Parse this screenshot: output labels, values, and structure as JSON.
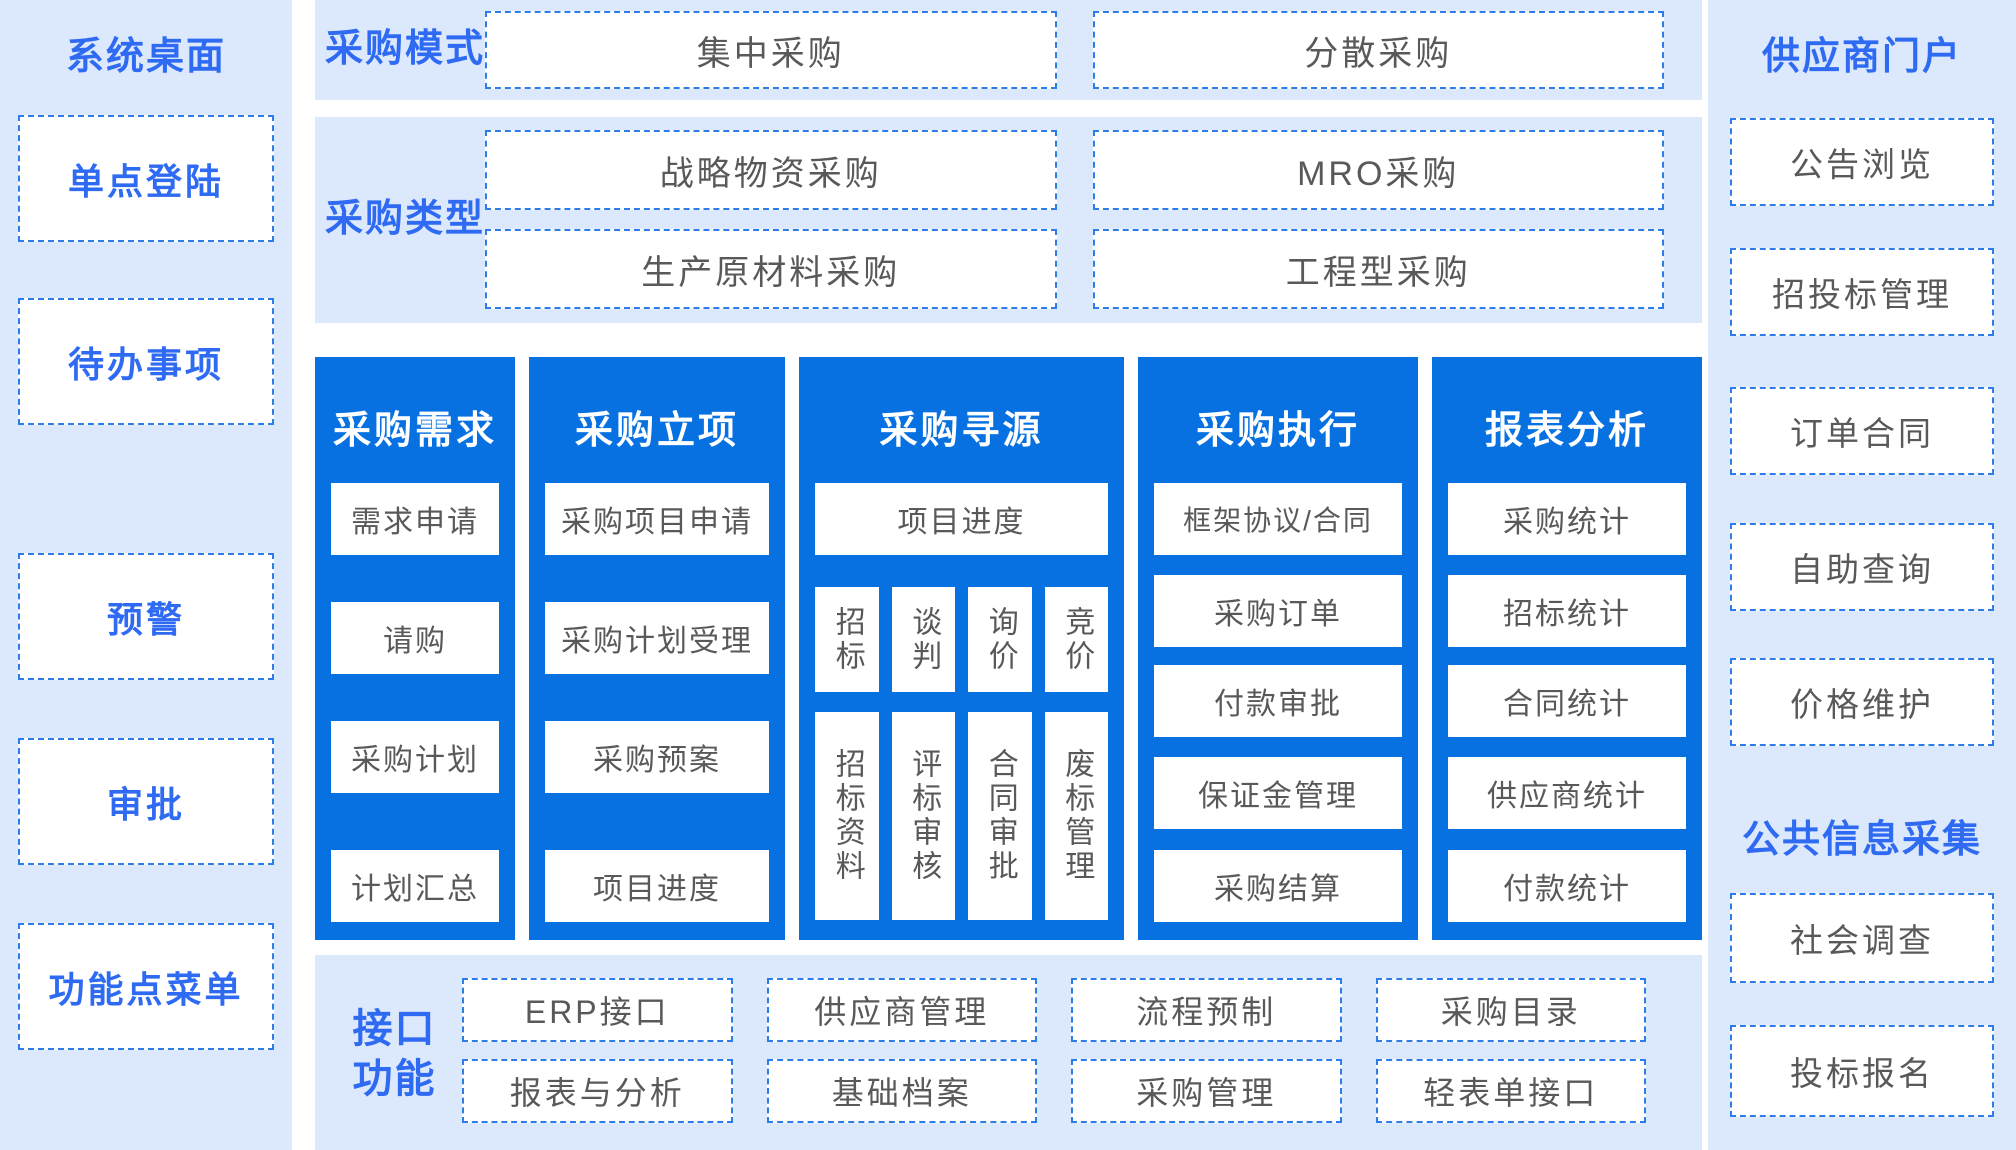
{
  "colors": {
    "column_blue": "#0871e1",
    "panel_light_blue": "#dce8fb",
    "accent_text_blue": "#2e6af2",
    "dashed_border_blue": "#2d7de9",
    "box_text_gray": "#58595b"
  },
  "left_sidebar": {
    "title": "系统桌面",
    "items": [
      "单点登陆",
      "待办事项",
      "预警",
      "审批",
      "功能点菜单"
    ]
  },
  "right_sidebar": {
    "sections": [
      {
        "title": "供应商门户",
        "items": [
          "公告浏览",
          "招投标管理",
          "订单合同",
          "自助查询",
          "价格维护"
        ]
      },
      {
        "title": "公共信息采集",
        "items": [
          "社会调查",
          "投标报名"
        ]
      }
    ]
  },
  "top_bands": [
    {
      "label": "采购模式",
      "items": [
        "集中采购",
        "分散采购"
      ]
    },
    {
      "label": "采购类型",
      "items": [
        "战略物资采购",
        "MRO采购",
        "生产原材料采购",
        "工程型采购"
      ]
    }
  ],
  "columns": [
    {
      "title": "采购需求",
      "items": [
        "需求申请",
        "请购",
        "采购计划",
        "计划汇总"
      ]
    },
    {
      "title": "采购立项",
      "items": [
        "采购项目申请",
        "采购计划受理",
        "采购预案",
        "项目进度"
      ]
    },
    {
      "title": "采购寻源",
      "wide_item": "项目进度",
      "vertical_rows": [
        [
          "招标",
          "谈判",
          "询价",
          "竞价"
        ],
        [
          "招标资料",
          "评标审核",
          "合同审批",
          "废标管理"
        ]
      ]
    },
    {
      "title": "采购执行",
      "items": [
        "框架协议/合同",
        "采购订单",
        "付款审批",
        "保证金管理",
        "采购结算"
      ]
    },
    {
      "title": "报表分析",
      "items": [
        "采购统计",
        "招标统计",
        "合同统计",
        "供应商统计",
        "付款统计"
      ]
    }
  ],
  "bottom_band": {
    "label_lines": [
      "接口",
      "功能"
    ],
    "rows": [
      [
        "ERP接口",
        "供应商管理",
        "流程预制",
        "采购目录"
      ],
      [
        "报表与分析",
        "基础档案",
        "采购管理",
        "轻表单接口"
      ]
    ]
  }
}
